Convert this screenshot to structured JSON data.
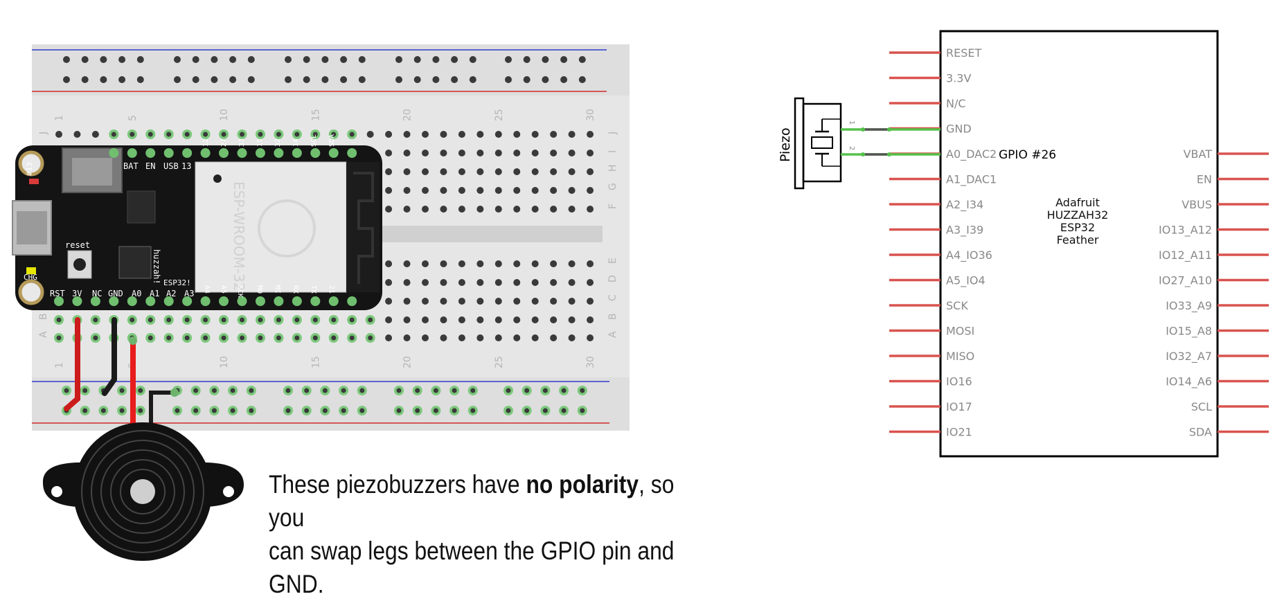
{
  "breadboard": {
    "column_numbers": [
      "1",
      "5",
      "10",
      "15",
      "20",
      "25",
      "30"
    ],
    "row_letters_top": [
      "J",
      "I",
      "H",
      "G",
      "F"
    ],
    "row_letters_bottom": [
      "E",
      "D",
      "C",
      "B",
      "A"
    ]
  },
  "feather_board": {
    "header_labels": {
      "top": [
        "BAT",
        "EN",
        "USB",
        "13",
        "12",
        "27",
        "33",
        "15",
        "32",
        "14",
        "SCL",
        "SDA"
      ],
      "left_side": "#13",
      "reset": "reset",
      "chg": "CHG",
      "bottom": [
        "RST",
        "3V",
        "NC",
        "GND",
        "A0",
        "A1",
        "A2",
        "A3",
        "A4",
        "A5",
        "SCK",
        "MO",
        "MI",
        "RX",
        "TX",
        "21"
      ],
      "brand": "huzzah!",
      "chip": "ESP32!"
    },
    "module_label": "ESP-WROOM-32"
  },
  "caption": {
    "part1": "These piezobuzzers have ",
    "bold": "no polarity",
    "part2": ", so you",
    "line2": "can swap legs between the GPIO pin and GND."
  },
  "schematic": {
    "piezo_label": "Piezo",
    "piezo_pin1": "1",
    "piezo_pin2": "2",
    "net_label": "GPIO #26",
    "chip_name": [
      "Adafruit",
      "HUZZAH32",
      "ESP32",
      "Feather"
    ],
    "left_pins": [
      "RESET",
      "3.3V",
      "N/C",
      "GND",
      "A0_DAC2",
      "A1_DAC1",
      "A2_I34",
      "A3_I39",
      "A4_IO36",
      "A5_IO4",
      "SCK",
      "MOSI",
      "MISO",
      "IO16",
      "IO17",
      "IO21"
    ],
    "right_pins": [
      "VBAT",
      "EN",
      "VBUS",
      "IO13_A12",
      "IO12_A11",
      "IO27_A10",
      "IO33_A9",
      "IO15_A8",
      "IO32_A7",
      "IO14_A6",
      "SCL",
      "SDA"
    ],
    "colors": {
      "pin_line": "#d9534f",
      "wire": "#55c24a",
      "body": "#000000",
      "label": "#888888"
    }
  }
}
